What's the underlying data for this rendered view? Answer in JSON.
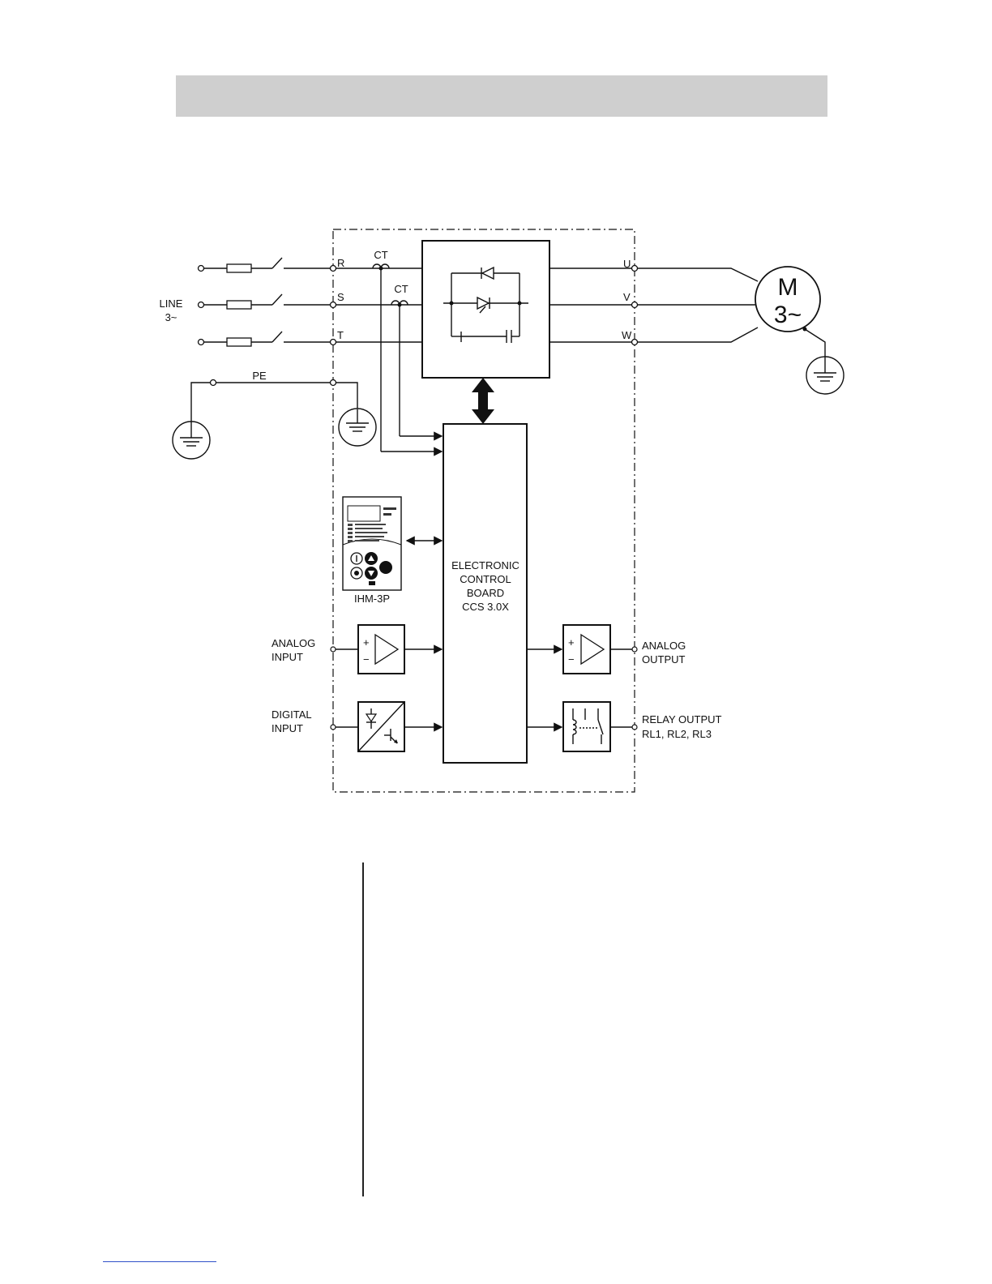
{
  "diagram": {
    "line_label_1": "LINE",
    "line_label_2": "3~",
    "pe_label": "PE",
    "phase_in": [
      "R",
      "S",
      "T"
    ],
    "ct_label": "CT",
    "phase_out": [
      "U",
      "V",
      "W"
    ],
    "motor_label_1": "M",
    "motor_label_2": "3~",
    "control_board": [
      "ELECTRONIC",
      "CONTROL",
      "BOARD",
      "CCS 3.0X"
    ],
    "hmi_label": "IHM-3P",
    "analog_input": [
      "ANALOG",
      "INPUT"
    ],
    "digital_input": [
      "DIGITAL",
      "INPUT"
    ],
    "analog_output": [
      "ANALOG",
      "OUTPUT"
    ],
    "relay_output": [
      "RELAY OUTPUT",
      "RL1, RL2, RL3"
    ],
    "amp_plus": "+",
    "amp_minus": "−"
  }
}
